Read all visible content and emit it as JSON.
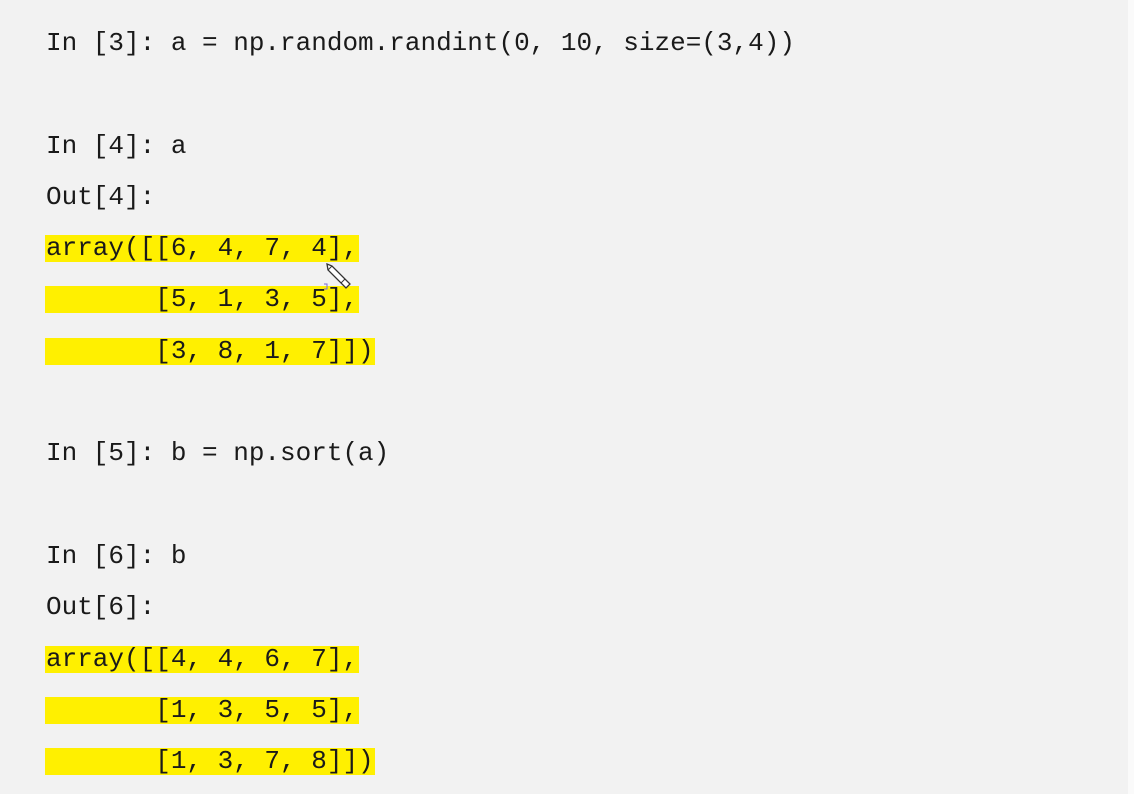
{
  "cells": [
    {
      "type": "input",
      "text": "In [3]: a = np.random.randint(0, 10, size=(3,4))"
    },
    {
      "type": "blank",
      "text": ""
    },
    {
      "type": "input",
      "text": "In [4]: a"
    },
    {
      "type": "output",
      "text": "Out[4]:"
    },
    {
      "type": "highlight",
      "text": "array([[6, 4, 7, 4],"
    },
    {
      "type": "highlight",
      "text": "       [5, 1, 3, 5],"
    },
    {
      "type": "highlight",
      "text": "       [3, 8, 1, 7]])"
    },
    {
      "type": "blank",
      "text": ""
    },
    {
      "type": "input",
      "text": "In [5]: b = np.sort(a)"
    },
    {
      "type": "blank",
      "text": ""
    },
    {
      "type": "input",
      "text": "In [6]: b"
    },
    {
      "type": "output",
      "text": "Out[6]:"
    },
    {
      "type": "highlight",
      "text": "array([[4, 4, 6, 7],"
    },
    {
      "type": "highlight",
      "text": "       [1, 3, 5, 5],"
    },
    {
      "type": "highlight",
      "text": "       [1, 3, 7, 8]])"
    }
  ],
  "colors": {
    "highlight": "#fff000",
    "background": "#f2f2f2"
  },
  "cursor_icon": "pencil-icon"
}
